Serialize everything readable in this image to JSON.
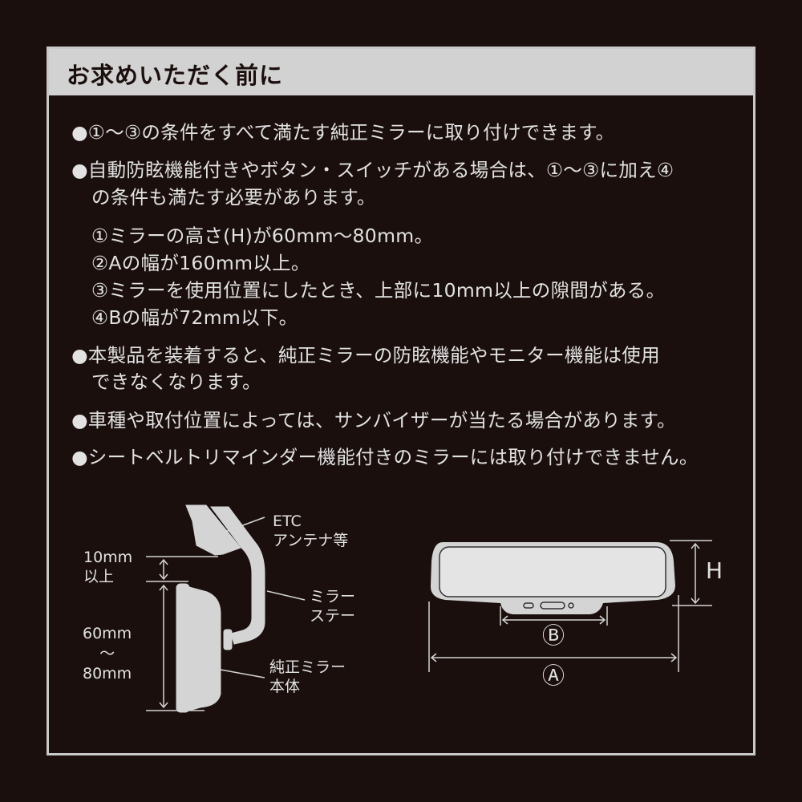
{
  "header": {
    "title": "お求めいただく前に"
  },
  "notes": [
    "●①〜③の条件をすべて満たす純正ミラーに取り付けできます。",
    "●自動防眩機能付きやボタン・スイッチがある場合は、①〜③に加え④",
    "の条件も満たす必要があります。",
    "①ミラーの高さ(H)が60mm〜80mm。",
    "②Aの幅が160mm以上。",
    "③ミラーを使用位置にしたとき、上部に10mm以上の隙間がある。",
    "④Bの幅が72mm以下。",
    "●本製品を装着すると、純正ミラーの防眩機能やモニター機能は使用",
    "できなくなります。",
    "●車種や取付位置によっては、サンバイザーが当たる場合があります。",
    "●シートベルトリマインダー機能付きのミラーには取り付けできません。"
  ],
  "side_diagram": {
    "etc_label": [
      "ETC",
      "アンテナ等"
    ],
    "gap_label": [
      "10mm",
      "以上"
    ],
    "height_label": [
      "60mm",
      "〜",
      "80mm"
    ],
    "stay_label": [
      "ミラー",
      "ステー"
    ],
    "body_label": [
      "純正ミラー",
      "本体"
    ]
  },
  "front_diagram": {
    "h_label": "H",
    "b_label": "Ⓑ",
    "a_label": "Ⓐ"
  }
}
